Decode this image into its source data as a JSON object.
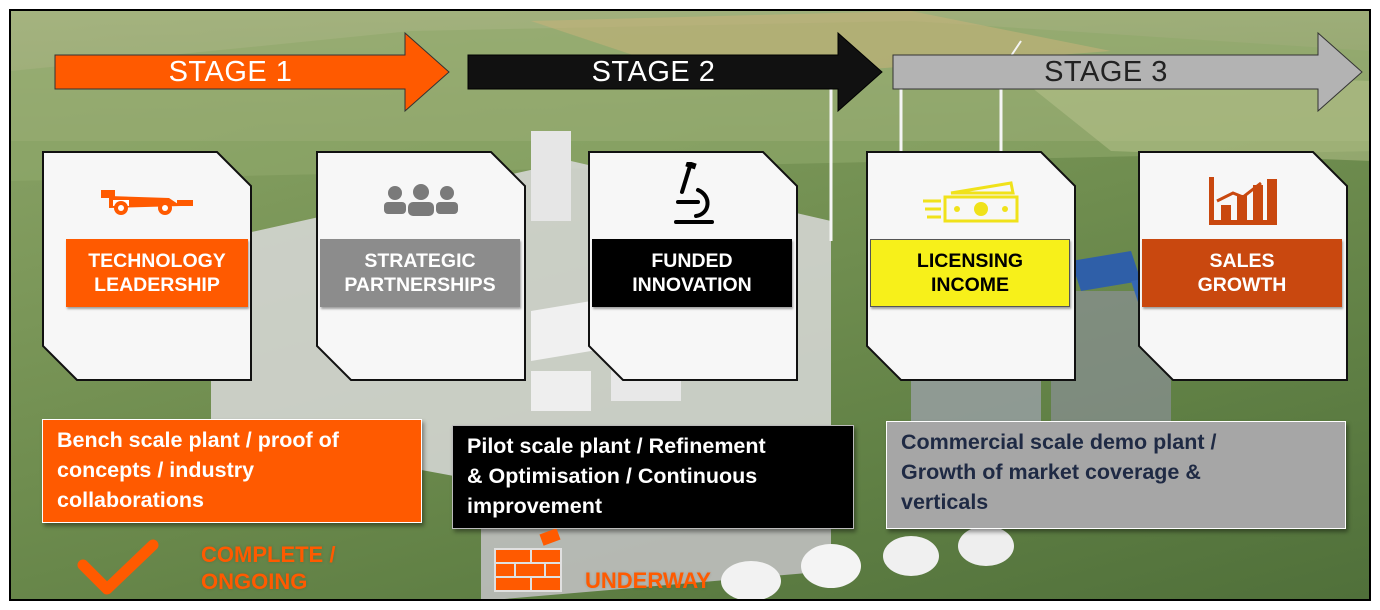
{
  "stages": [
    {
      "label": "STAGE 1",
      "fill": "#ff5a00",
      "text_color": "#ffffff"
    },
    {
      "label": "STAGE 2",
      "fill": "#111111",
      "text_color": "#ffffff"
    },
    {
      "label": "STAGE 3",
      "fill": "#b3b3b3",
      "text_color": "#222222"
    }
  ],
  "cards": [
    {
      "line1": "TECHNOLOGY",
      "line2": "LEADERSHIP",
      "icon": "race-car-icon",
      "tag_color": "#ff5a00",
      "text_color": "#ffffff",
      "icon_color": "#ff5a00"
    },
    {
      "line1": "STRATEGIC",
      "line2": "PARTNERSHIPS",
      "icon": "people-group-icon",
      "tag_color": "#8c8c8c",
      "text_color": "#ffffff",
      "icon_color": "#7a7a7a"
    },
    {
      "line1": "FUNDED",
      "line2": "INNOVATION",
      "icon": "microscope-icon",
      "tag_color": "#000000",
      "text_color": "#ffffff",
      "icon_color": "#000000"
    },
    {
      "line1": "LICENSING",
      "line2": "INCOME",
      "icon": "money-icon",
      "tag_color": "#f7f01a",
      "text_color": "#000000",
      "icon_color": "#f0e21a"
    },
    {
      "line1": "SALES",
      "line2": "GROWTH",
      "icon": "growth-chart-icon",
      "tag_color": "#c9480f",
      "text_color": "#ffffff",
      "icon_color": "#c9480f"
    }
  ],
  "descriptions": [
    {
      "line1": "Bench scale plant / proof of",
      "line2": "concepts / industry",
      "line3": "collaborations",
      "fill": "#ff5a00",
      "text_color": "#ffffff"
    },
    {
      "line1": "Pilot scale plant / Refinement",
      "line2": "& Optimisation / Continuous",
      "line3": "improvement",
      "fill": "#000000",
      "text_color": "#ffffff"
    },
    {
      "line1": "Commercial scale demo plant /",
      "line2": "Growth of market coverage &",
      "line3": "verticals",
      "fill": "#a6a6a6",
      "text_color": "#1f2a44"
    }
  ],
  "status": {
    "complete_line1": "COMPLETE /",
    "complete_line2": "ONGOING",
    "underway": "UNDERWAY",
    "complete_icon": "checkmark-icon",
    "underway_icon": "brick-wall-icon",
    "color": "#ff5a00"
  }
}
